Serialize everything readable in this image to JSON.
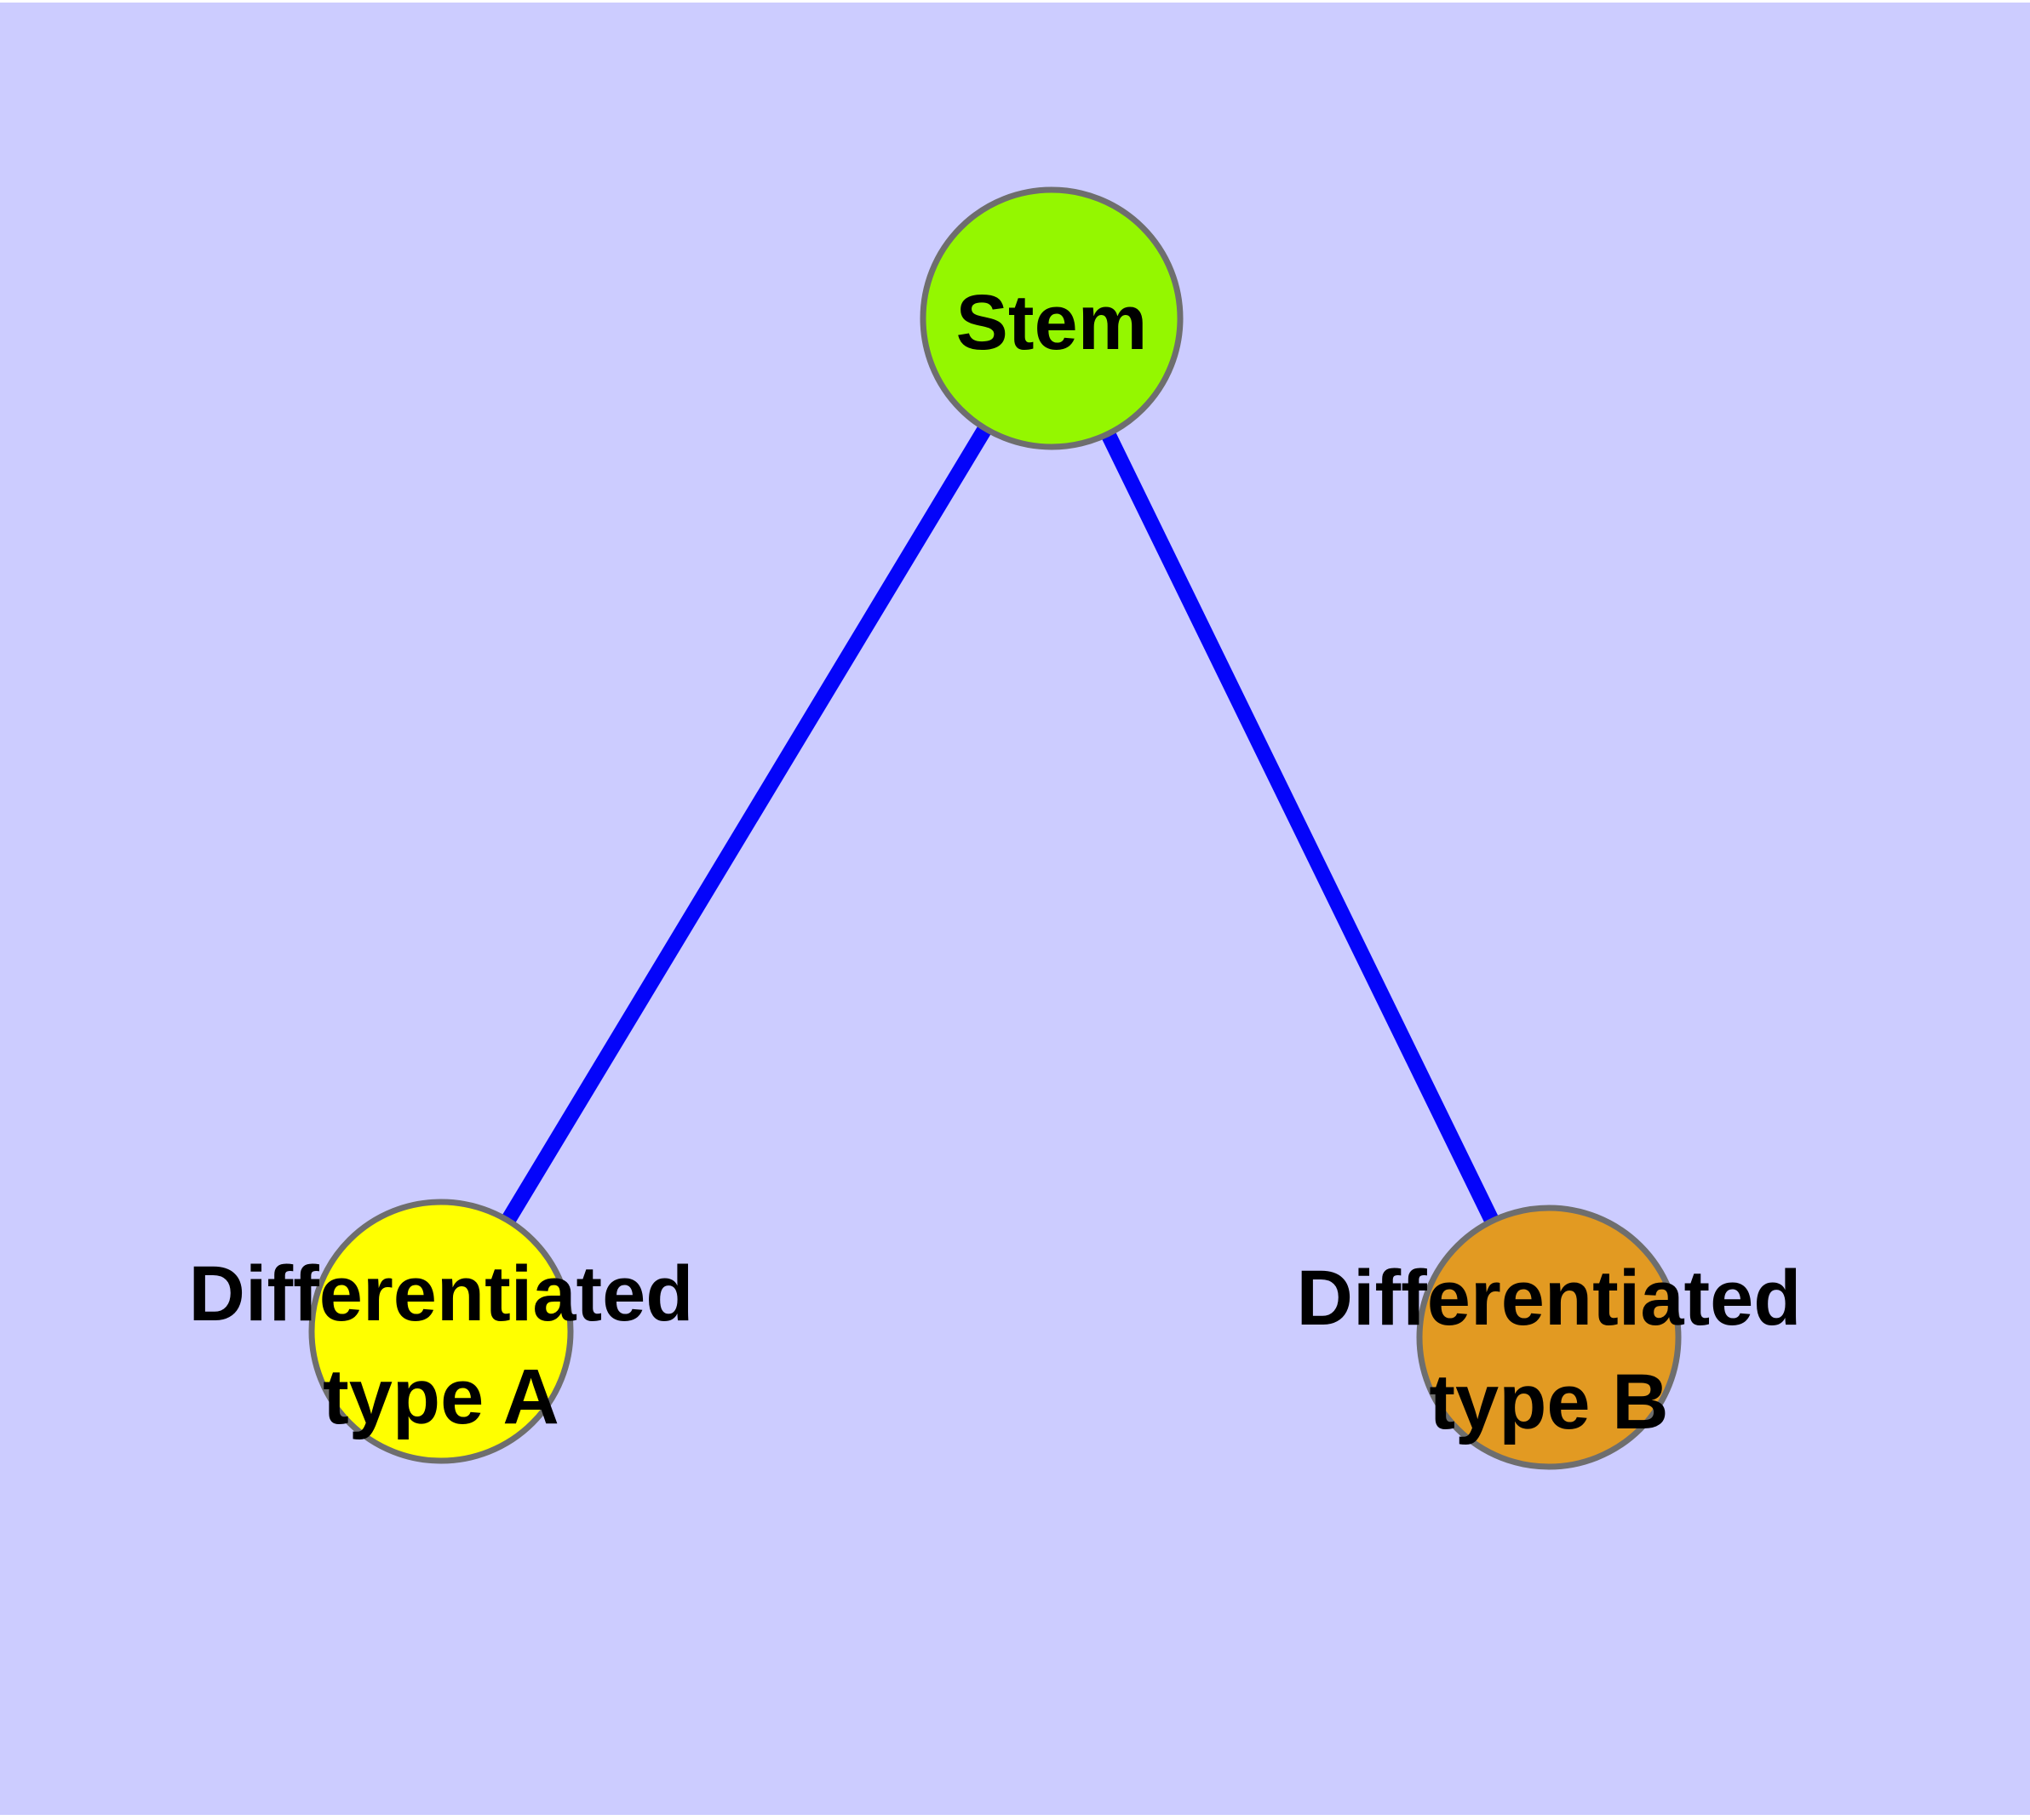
{
  "diagram_title": "",
  "colors": {
    "background": "#CCCCFF",
    "page_margin": "#FFFFFF",
    "edge": "#0404FA",
    "node_border": "#6E6E6E",
    "label_text": "#000000"
  },
  "nodes": {
    "stem": {
      "label": "Stem",
      "fill": "#94F700"
    },
    "type_a": {
      "label_line1": "Differentiated",
      "label_line2": "type A",
      "label_full": "Differentiated type A",
      "fill": "#FFFF00"
    },
    "type_b": {
      "label_line1": "Differentiated",
      "label_line2": "type B",
      "label_full": "Differentiated type B",
      "fill": "#E29A22"
    }
  },
  "graph": {
    "type": "undirected",
    "node_names": [
      "Stem",
      "Differentiated type A",
      "Differentiated type B"
    ],
    "edges": [
      {
        "from": "Stem",
        "to": "Differentiated type A"
      },
      {
        "from": "Stem",
        "to": "Differentiated type B"
      }
    ]
  }
}
